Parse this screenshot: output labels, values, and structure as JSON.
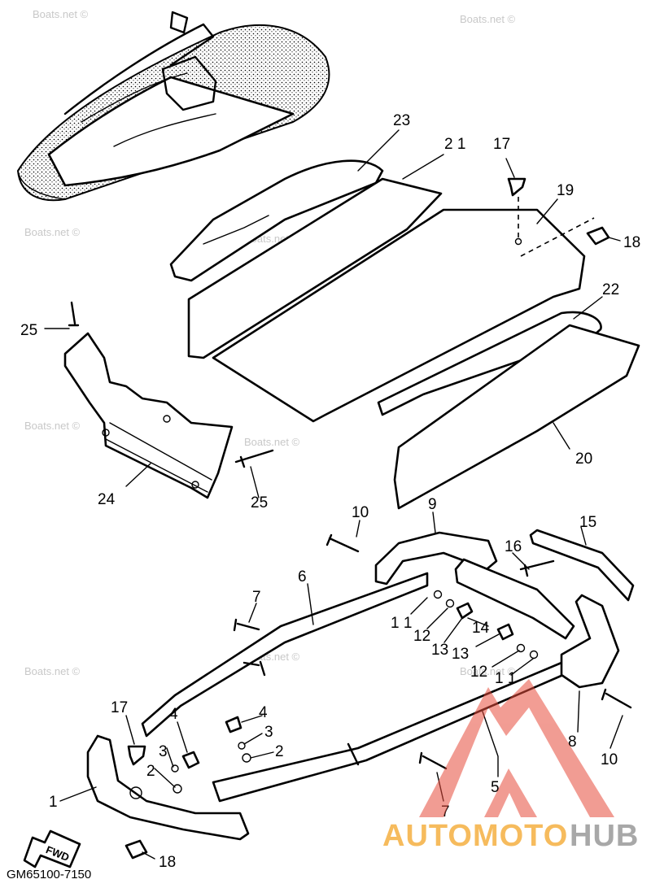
{
  "watermark": "Boats.net ©",
  "diagram_code": "GM65100-7150",
  "fwd_label": "FWD",
  "brand": {
    "part1": "AUTOMOTO",
    "part2": "HUB",
    "color1": "#f5b041",
    "color2": "#9a9a9a",
    "logo_color": "#e74c3c"
  },
  "callouts": {
    "c1": "1",
    "c2a": "2",
    "c2b": "2",
    "c3a": "3",
    "c3b": "3",
    "c4a": "4",
    "c4b": "4",
    "c5": "5",
    "c6": "6",
    "c7a": "7",
    "c7b": "7",
    "c8": "8",
    "c9": "9",
    "c10a": "10",
    "c10b": "10",
    "c11a": "1 1",
    "c11b": "1 1",
    "c12a": "12",
    "c12b": "12",
    "c13a": "13",
    "c13b": "13",
    "c14": "14",
    "c15": "15",
    "c16": "16",
    "c17a": "17",
    "c17b": "17",
    "c18a": "18",
    "c18b": "18",
    "c19": "19",
    "c20": "20",
    "c21": "2 1",
    "c22": "22",
    "c23": "23",
    "c24": "24",
    "c25a": "25",
    "c25b": "25"
  }
}
